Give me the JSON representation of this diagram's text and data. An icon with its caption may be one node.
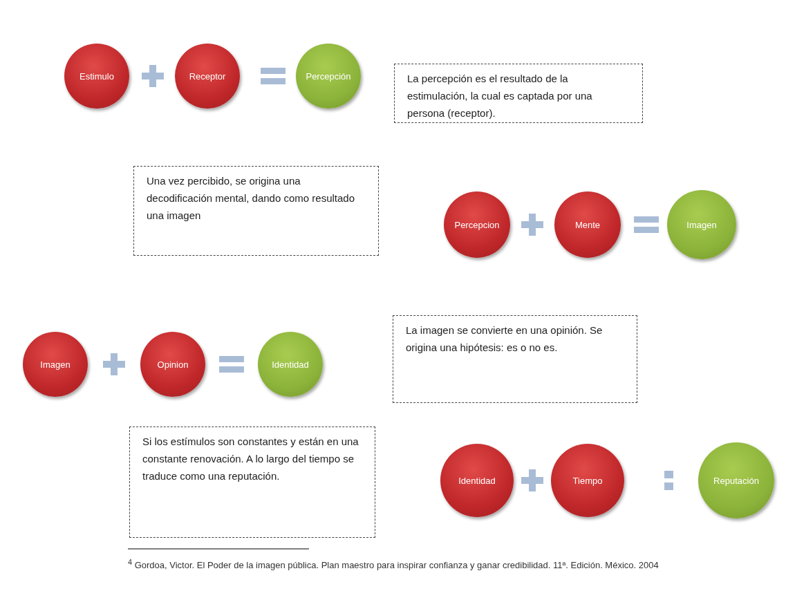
{
  "diagram": {
    "nodes": [
      {
        "text": [
          "Estimulo"
        ]
      },
      {
        "text": [
          "Receptor"
        ]
      },
      {
        "text": [
          "Percepción"
        ]
      },
      {
        "text": [
          "La percepción es el resultado de la estimulación, la cual es captada por una persona (receptor)."
        ]
      },
      {
        "text": [
          "Una vez percibido, se origina una decodificación mental, dando como resultado una imagen"
        ]
      },
      {
        "text": [
          "Percepcion"
        ]
      },
      {
        "text": [
          "Mente"
        ]
      },
      {
        "text": [
          "Imagen"
        ]
      },
      {
        "text": [
          "Imagen"
        ]
      },
      {
        "text": [
          "Opinion"
        ]
      },
      {
        "text": [
          "Identidad"
        ]
      },
      {
        "text": [
          "La imagen se convierte en una opinión. Se origina una hipótesis: es o no es."
        ]
      },
      {
        "text": [
          "Si los estímulos son constantes y están en una constante renovación. A lo largo del tiempo se traduce como una reputación."
        ]
      },
      {
        "text": [
          "Identidad"
        ]
      },
      {
        "text": [
          "Tiempo"
        ]
      },
      {
        "text": [
          "Reputación"
        ]
      }
    ],
    "edges": [],
    "labels": [
      "$^{4}$ Gordoa, Victor. El Poder de la imagen pública. Plan maestro para inspirar confianza y ganar credibilidad. 11ª. Edición. México. 2004"
    ]
  }
}
